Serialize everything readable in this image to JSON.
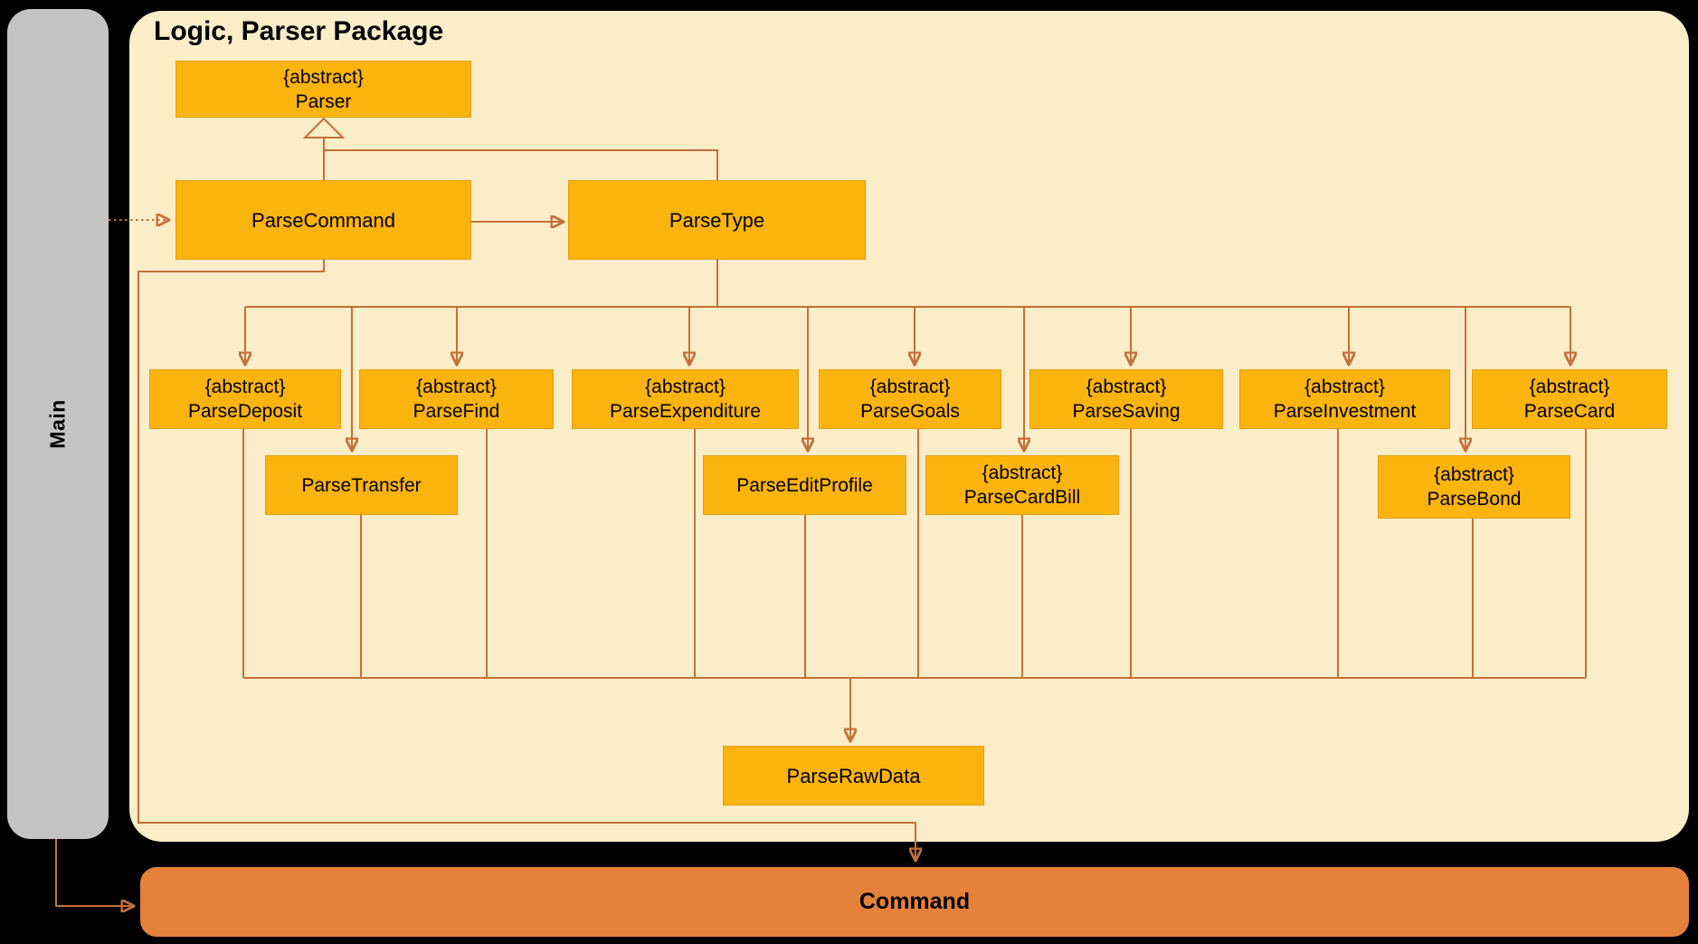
{
  "diagram": {
    "package_title": "Logic, Parser Package",
    "main_label": "Main",
    "command_label": "Command",
    "stereotype_text": "{abstract}",
    "nodes": {
      "parser": {
        "stereotype": "{abstract}",
        "name": "Parser"
      },
      "parse_command": {
        "name": "ParseCommand"
      },
      "parse_type": {
        "name": "ParseType"
      },
      "parse_deposit": {
        "stereotype": "{abstract}",
        "name": "ParseDeposit"
      },
      "parse_find": {
        "stereotype": "{abstract}",
        "name": "ParseFind"
      },
      "parse_expenditure": {
        "stereotype": "{abstract}",
        "name": "ParseExpenditure"
      },
      "parse_goals": {
        "stereotype": "{abstract}",
        "name": "ParseGoals"
      },
      "parse_saving": {
        "stereotype": "{abstract}",
        "name": "ParseSaving"
      },
      "parse_investment": {
        "stereotype": "{abstract}",
        "name": "ParseInvestment"
      },
      "parse_card": {
        "stereotype": "{abstract}",
        "name": "ParseCard"
      },
      "parse_transfer": {
        "name": "ParseTransfer"
      },
      "parse_edit_profile": {
        "name": "ParseEditProfile"
      },
      "parse_card_bill": {
        "stereotype": "{abstract}",
        "name": "ParseCardBill"
      },
      "parse_bond": {
        "stereotype": "{abstract}",
        "name": "ParseBond"
      },
      "parse_raw_data": {
        "name": "ParseRawData"
      }
    },
    "edges": [
      {
        "from": "Main",
        "to": "ParseCommand",
        "type": "dotted-arrow"
      },
      {
        "from": "ParseCommand",
        "to": "Parser",
        "type": "inheritance"
      },
      {
        "from": "ParseType",
        "to": "Parser",
        "type": "inheritance"
      },
      {
        "from": "ParseCommand",
        "to": "ParseType",
        "type": "arrow"
      },
      {
        "from": "ParseType",
        "to": "ParseDeposit",
        "type": "arrow"
      },
      {
        "from": "ParseType",
        "to": "ParseFind",
        "type": "arrow"
      },
      {
        "from": "ParseType",
        "to": "ParseExpenditure",
        "type": "arrow"
      },
      {
        "from": "ParseType",
        "to": "ParseGoals",
        "type": "arrow"
      },
      {
        "from": "ParseType",
        "to": "ParseSaving",
        "type": "arrow"
      },
      {
        "from": "ParseType",
        "to": "ParseInvestment",
        "type": "arrow"
      },
      {
        "from": "ParseType",
        "to": "ParseCard",
        "type": "arrow"
      },
      {
        "from": "ParseType",
        "to": "ParseTransfer",
        "type": "arrow"
      },
      {
        "from": "ParseType",
        "to": "ParseEditProfile",
        "type": "arrow"
      },
      {
        "from": "ParseType",
        "to": "ParseCardBill",
        "type": "arrow"
      },
      {
        "from": "ParseType",
        "to": "ParseBond",
        "type": "arrow"
      },
      {
        "from": "parse-subclasses",
        "to": "ParseRawData",
        "type": "arrow"
      },
      {
        "from": "ParseCommand",
        "to": "Command",
        "type": "arrow"
      },
      {
        "from": "Main",
        "to": "Command",
        "type": "arrow"
      }
    ],
    "colors": {
      "background": "#000000",
      "package_fill": "#FBEDC7",
      "node_fill": "#FBB30E",
      "command_fill": "#E5813A",
      "main_fill": "#C4C4C4",
      "connector": "#C4703A",
      "arrowhead": "#BF5B21",
      "text": "#000000"
    }
  }
}
